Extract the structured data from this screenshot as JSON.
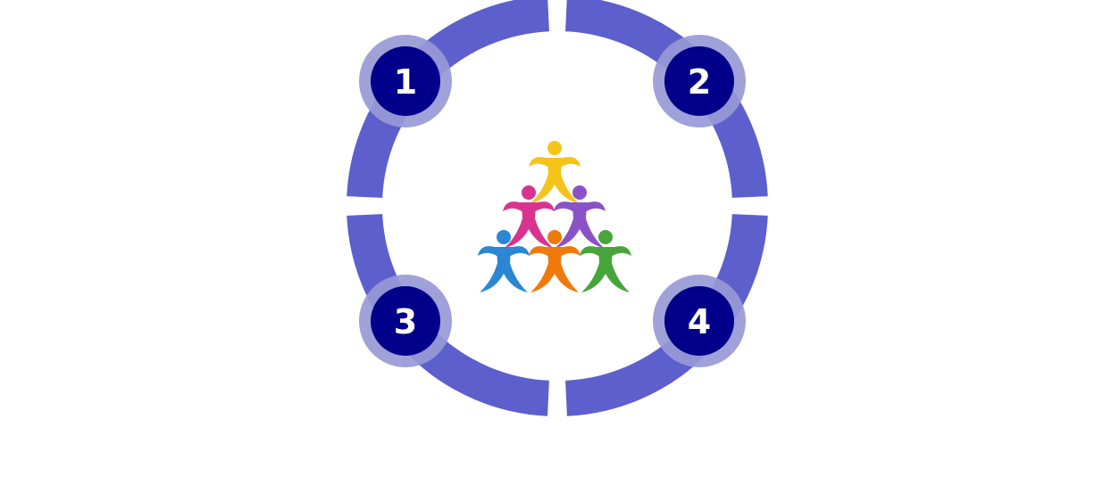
{
  "diagram": {
    "type": "cycle",
    "colors": {
      "ring": "#5d5fcd",
      "badge_outer": "#9899d6",
      "badge_inner": "#02008a",
      "badge_text": "#ffffff"
    },
    "steps": [
      {
        "label": "1"
      },
      {
        "label": "2"
      },
      {
        "label": "3"
      },
      {
        "label": "4"
      }
    ],
    "center_icon": {
      "name": "people-pyramid-icon",
      "figures": [
        {
          "color": "#f5c419"
        },
        {
          "color": "#d8348f"
        },
        {
          "color": "#8b52c8"
        },
        {
          "color": "#2b86d4"
        },
        {
          "color": "#ef7a0c"
        },
        {
          "color": "#47a53b"
        }
      ]
    }
  }
}
